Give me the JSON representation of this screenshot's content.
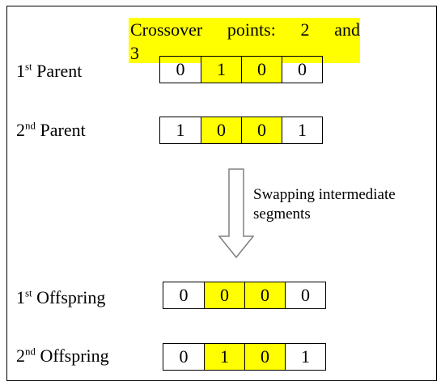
{
  "title": {
    "line1_word1": "Crossover",
    "line1_word2": "points:",
    "line1_word3": "2",
    "line1_word4": "and",
    "line2": "3"
  },
  "rows": [
    {
      "ordinal": "1",
      "suffix": "st",
      "name": "Parent",
      "genes": [
        "0",
        "1",
        "0",
        "0"
      ]
    },
    {
      "ordinal": "2",
      "suffix": "nd",
      "name": "Parent",
      "genes": [
        "1",
        "0",
        "0",
        "1"
      ]
    },
    {
      "ordinal": "1",
      "suffix": "st",
      "name": "Offspring",
      "genes": [
        "0",
        "0",
        "0",
        "0"
      ]
    },
    {
      "ordinal": "2",
      "suffix": "nd",
      "name": "Offspring",
      "genes": [
        "0",
        "1",
        "0",
        "1"
      ]
    }
  ],
  "arrow_caption": {
    "line1": "Swapping intermediate",
    "line2": "segments"
  },
  "colors": {
    "highlight": "#ffff00",
    "stroke": "#000000"
  }
}
